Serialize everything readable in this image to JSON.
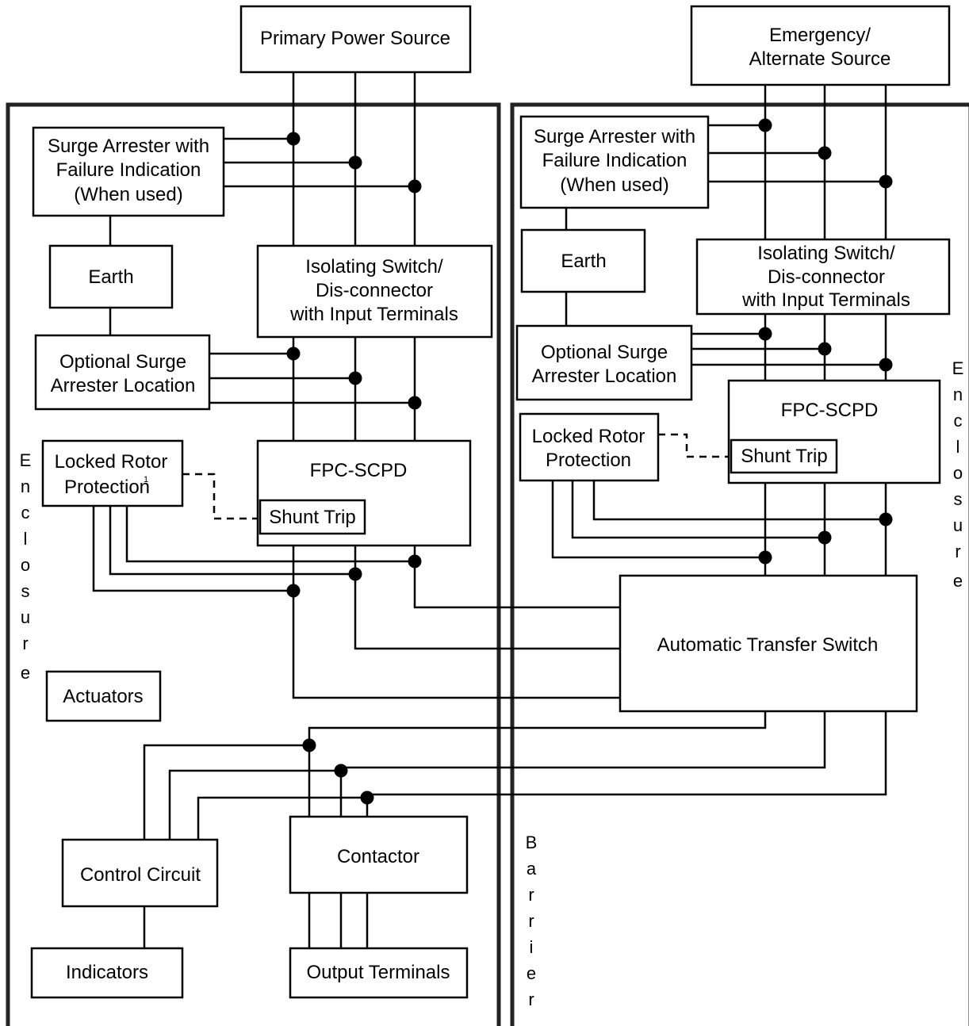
{
  "left": {
    "surge_arrester": [
      "Surge Arrester with",
      "Failure Indication",
      "(When used)"
    ],
    "earth": "Earth",
    "optional_surge": [
      "Optional Surge",
      "Arrester Location"
    ],
    "isolating_switch": [
      "Isolating Switch/",
      "Dis-connector",
      "with Input Terminals"
    ],
    "locked_rotor": [
      "Locked Rotor",
      "Protection"
    ],
    "locked_rotor_footnote": "1",
    "fpc_scpd": "FPC-SCPD",
    "shunt_trip": "Shunt Trip",
    "actuators": "Actuators",
    "control_circuit": "Control Circuit",
    "contactor": "Contactor",
    "indicators": "Indicators",
    "output_terminals": "Output Terminals",
    "enclosure_label": "Enclosure"
  },
  "primary_source": "Primary Power Source",
  "emergency_source": [
    "Emergency/",
    "Alternate Source"
  ],
  "right": {
    "surge_arrester": [
      "Surge Arrester with",
      "Failure Indication",
      "(When used)"
    ],
    "earth": "Earth",
    "optional_surge": [
      "Optional Surge",
      "Arrester Location"
    ],
    "isolating_switch": [
      "Isolating Switch/",
      "Dis-connector",
      "with Input Terminals"
    ],
    "locked_rotor": [
      "Locked Rotor",
      "Protection"
    ],
    "fpc_scpd": "FPC-SCPD",
    "shunt_trip": "Shunt Trip",
    "ats": "Automatic Transfer Switch",
    "enclosure_label": "Enclosure"
  },
  "barrier_label": "Barrier"
}
